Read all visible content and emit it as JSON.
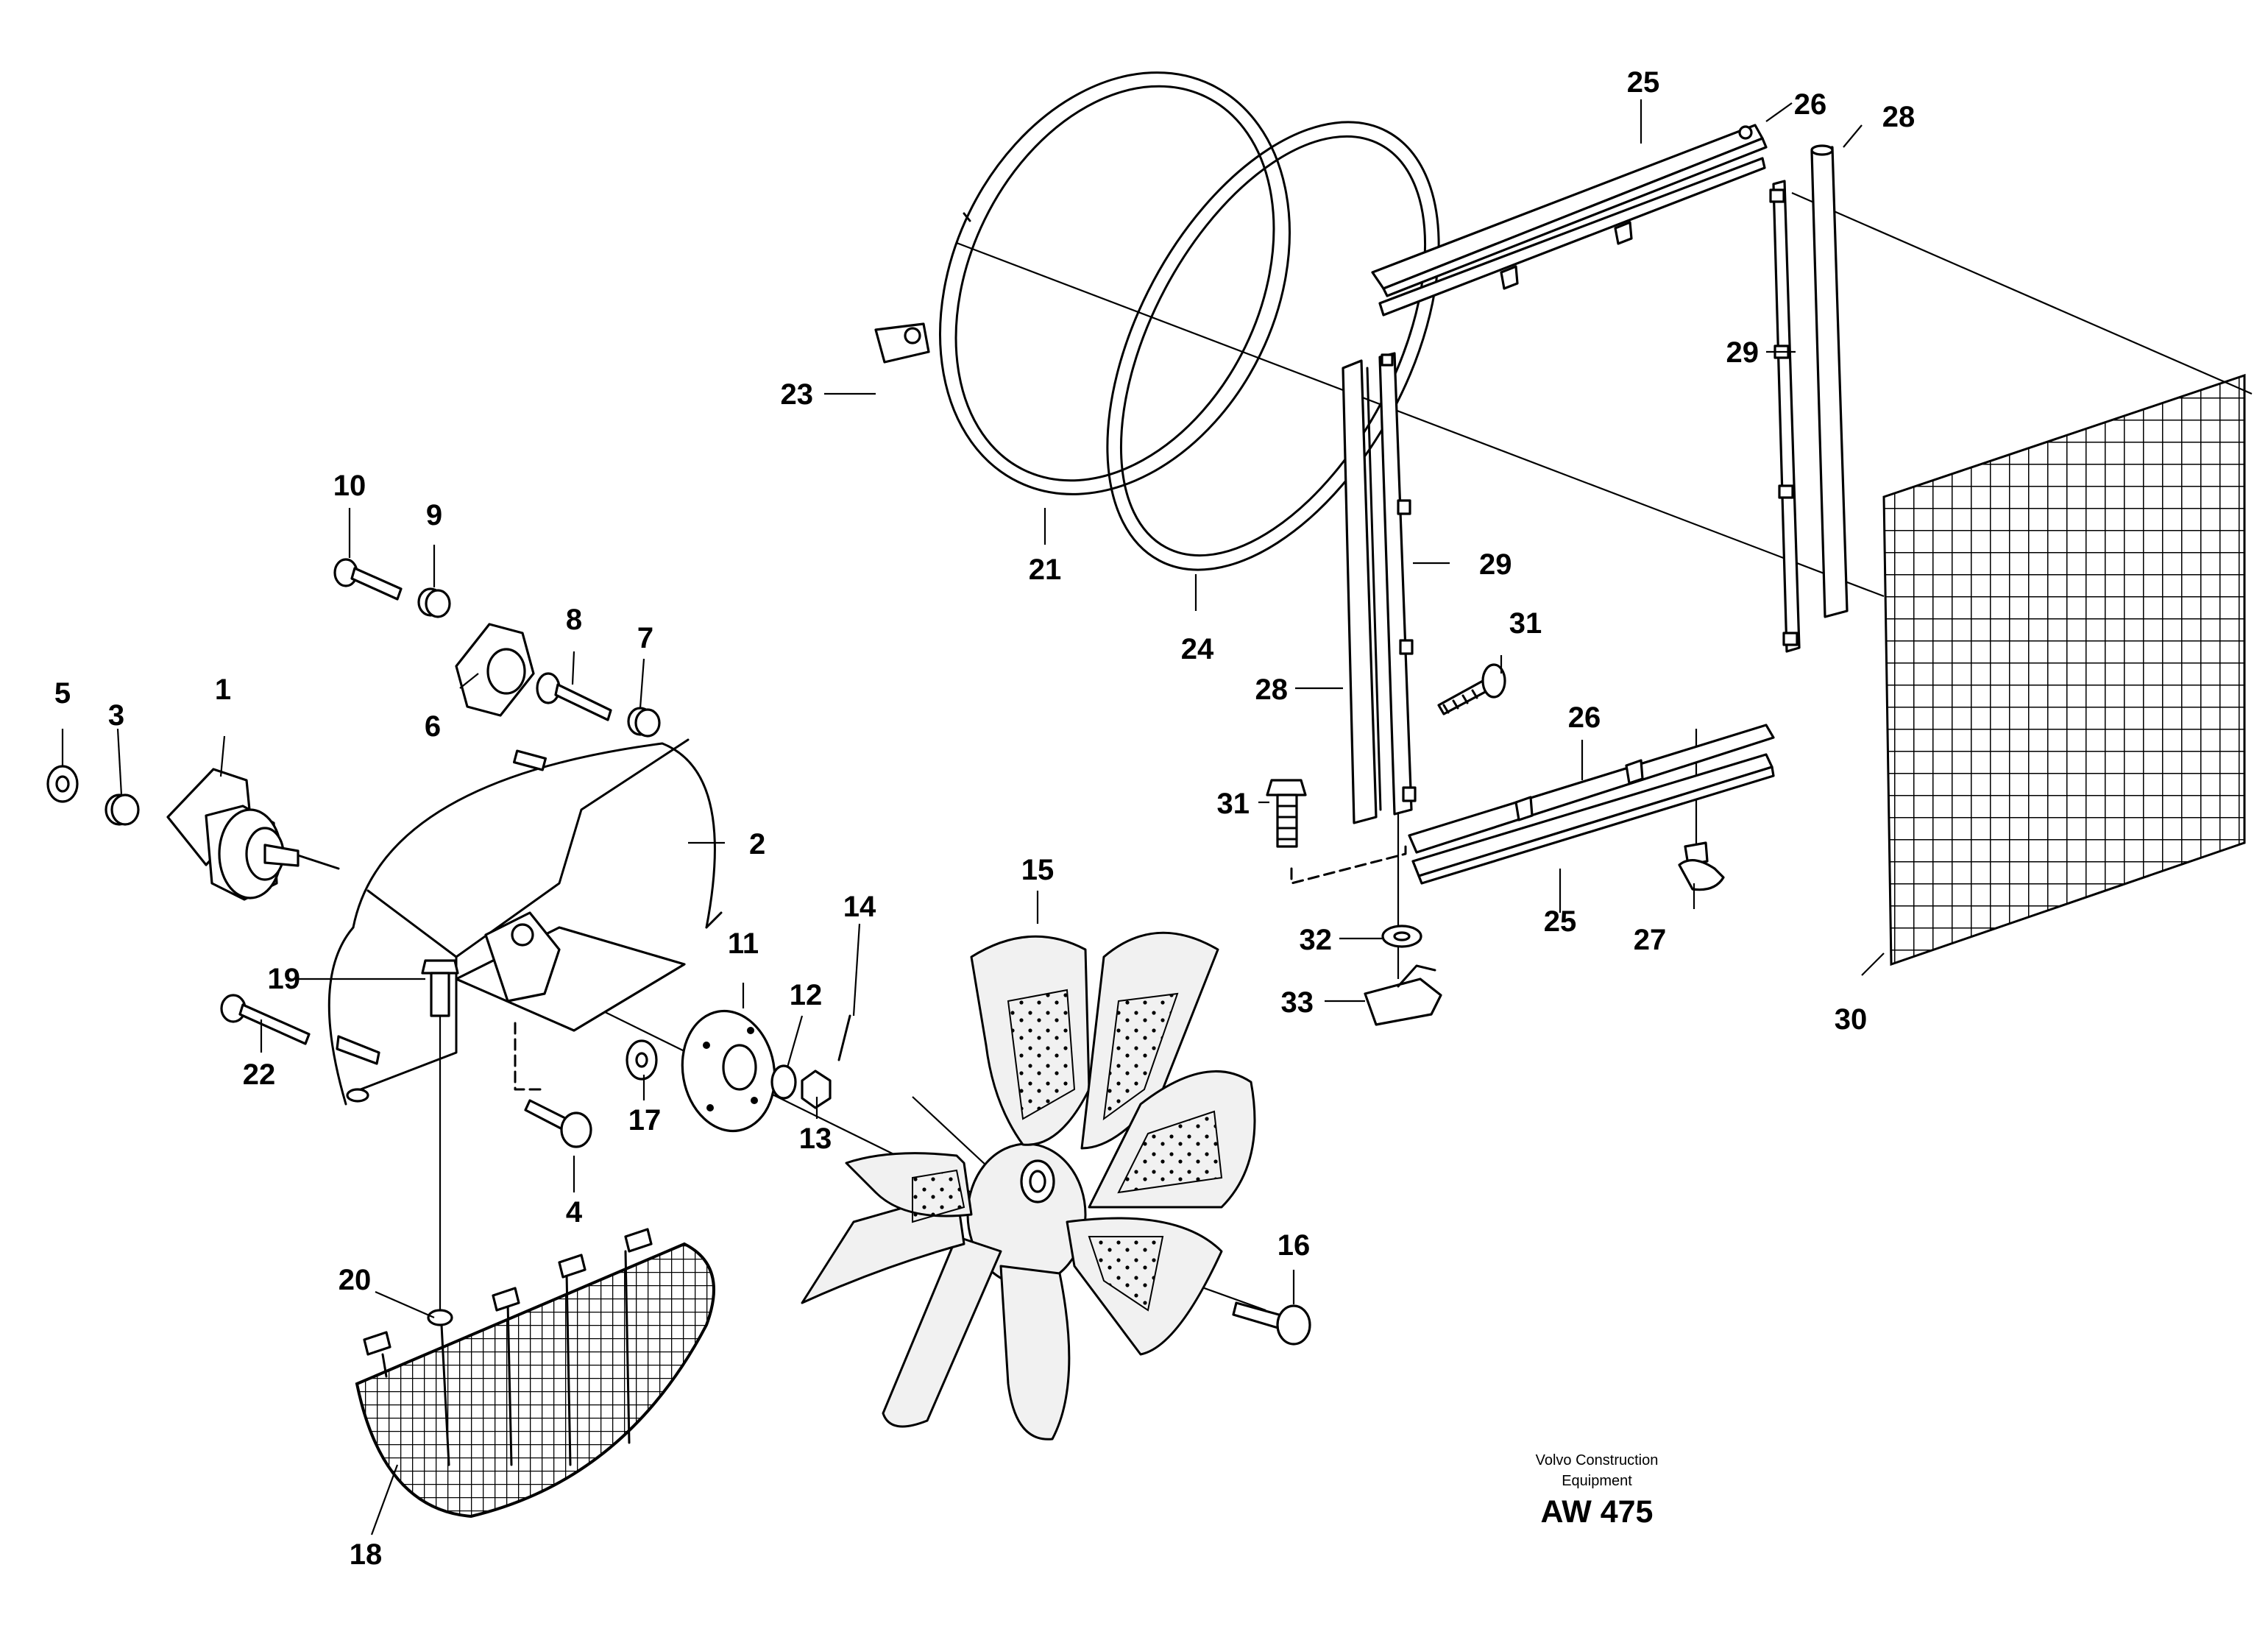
{
  "labels": {
    "p1": "1",
    "p2": "2",
    "p3": "3",
    "p4": "4",
    "p5": "5",
    "p6": "6",
    "p7": "7",
    "p8": "8",
    "p9": "9",
    "p10": "10",
    "p11": "11",
    "p12": "12",
    "p13": "13",
    "p14": "14",
    "p15": "15",
    "p16": "16",
    "p17": "17",
    "p18": "18",
    "p19": "19",
    "p20": "20",
    "p21": "21",
    "p22": "22",
    "p23": "23",
    "p24": "24",
    "p25a": "25",
    "p25b": "25",
    "p26a": "26",
    "p26b": "26",
    "p27": "27",
    "p28a": "28",
    "p28b": "28",
    "p29a": "29",
    "p29b": "29",
    "p30": "30",
    "p31a": "31",
    "p31b": "31",
    "p32": "32",
    "p33": "33"
  },
  "credit": {
    "line1": "Volvo Construction",
    "line2": "Equipment",
    "code": "AW 475"
  }
}
